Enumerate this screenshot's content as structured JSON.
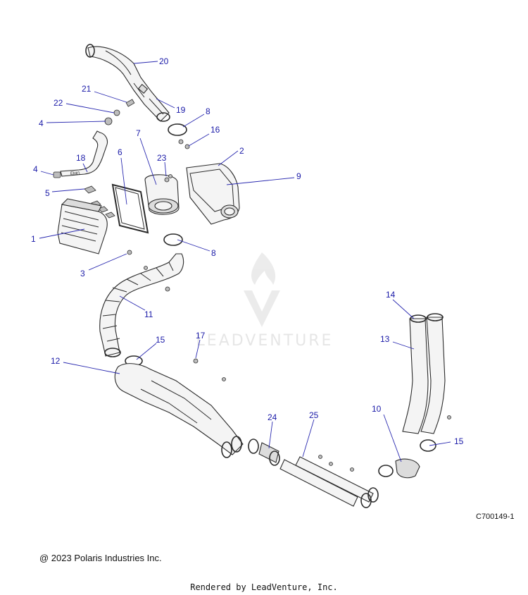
{
  "diagram": {
    "figure_id": "C700149-1",
    "watermark": "LEADVENTURE",
    "callouts": [
      {
        "id": "c1",
        "label": "1"
      },
      {
        "id": "c2",
        "label": "2"
      },
      {
        "id": "c3",
        "label": "3"
      },
      {
        "id": "c4a",
        "label": "4"
      },
      {
        "id": "c4b",
        "label": "4"
      },
      {
        "id": "c5",
        "label": "5"
      },
      {
        "id": "c6",
        "label": "6"
      },
      {
        "id": "c7",
        "label": "7"
      },
      {
        "id": "c8a",
        "label": "8"
      },
      {
        "id": "c8b",
        "label": "8"
      },
      {
        "id": "c9",
        "label": "9"
      },
      {
        "id": "c10",
        "label": "10"
      },
      {
        "id": "c11",
        "label": "11"
      },
      {
        "id": "c12",
        "label": "12"
      },
      {
        "id": "c13",
        "label": "13"
      },
      {
        "id": "c14",
        "label": "14"
      },
      {
        "id": "c15a",
        "label": "15"
      },
      {
        "id": "c15b",
        "label": "15"
      },
      {
        "id": "c16",
        "label": "16"
      },
      {
        "id": "c17",
        "label": "17"
      },
      {
        "id": "c18",
        "label": "18"
      },
      {
        "id": "c19",
        "label": "19"
      },
      {
        "id": "c20",
        "label": "20"
      },
      {
        "id": "c21",
        "label": "21"
      },
      {
        "id": "c22",
        "label": "22"
      },
      {
        "id": "c23",
        "label": "23"
      },
      {
        "id": "c24",
        "label": "24"
      },
      {
        "id": "c25",
        "label": "25"
      }
    ],
    "hose_label_text": "EMG"
  },
  "footer": {
    "copyright": "@ 2023 Polaris Industries Inc.",
    "rendered_by": "Rendered by LeadVenture, Inc."
  }
}
